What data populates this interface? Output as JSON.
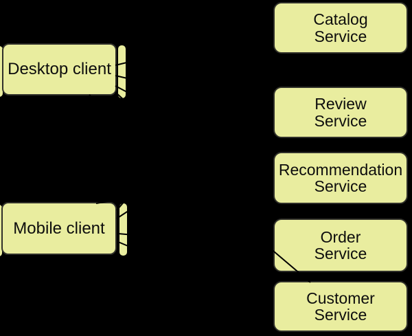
{
  "diagram": {
    "nodes": {
      "desktop_client": {
        "label": "Desktop client"
      },
      "mobile_client": {
        "label": "Mobile client"
      },
      "services": [
        {
          "label": "Catalog\nService"
        },
        {
          "label": "Review\nService"
        },
        {
          "label": "Recommendation\nService"
        },
        {
          "label": "Order\nService"
        },
        {
          "label": "Customer\nService"
        }
      ]
    },
    "edges": [
      {
        "from": "Desktop client",
        "to": "Customer Service"
      },
      {
        "from": "Mobile client",
        "to": "Recommendation Service"
      }
    ],
    "colors": {
      "background": "#000000",
      "node_fill": "#e9ed9f",
      "node_border": "#30302a",
      "text": "#0d0d0d",
      "connector": "#000000"
    }
  }
}
